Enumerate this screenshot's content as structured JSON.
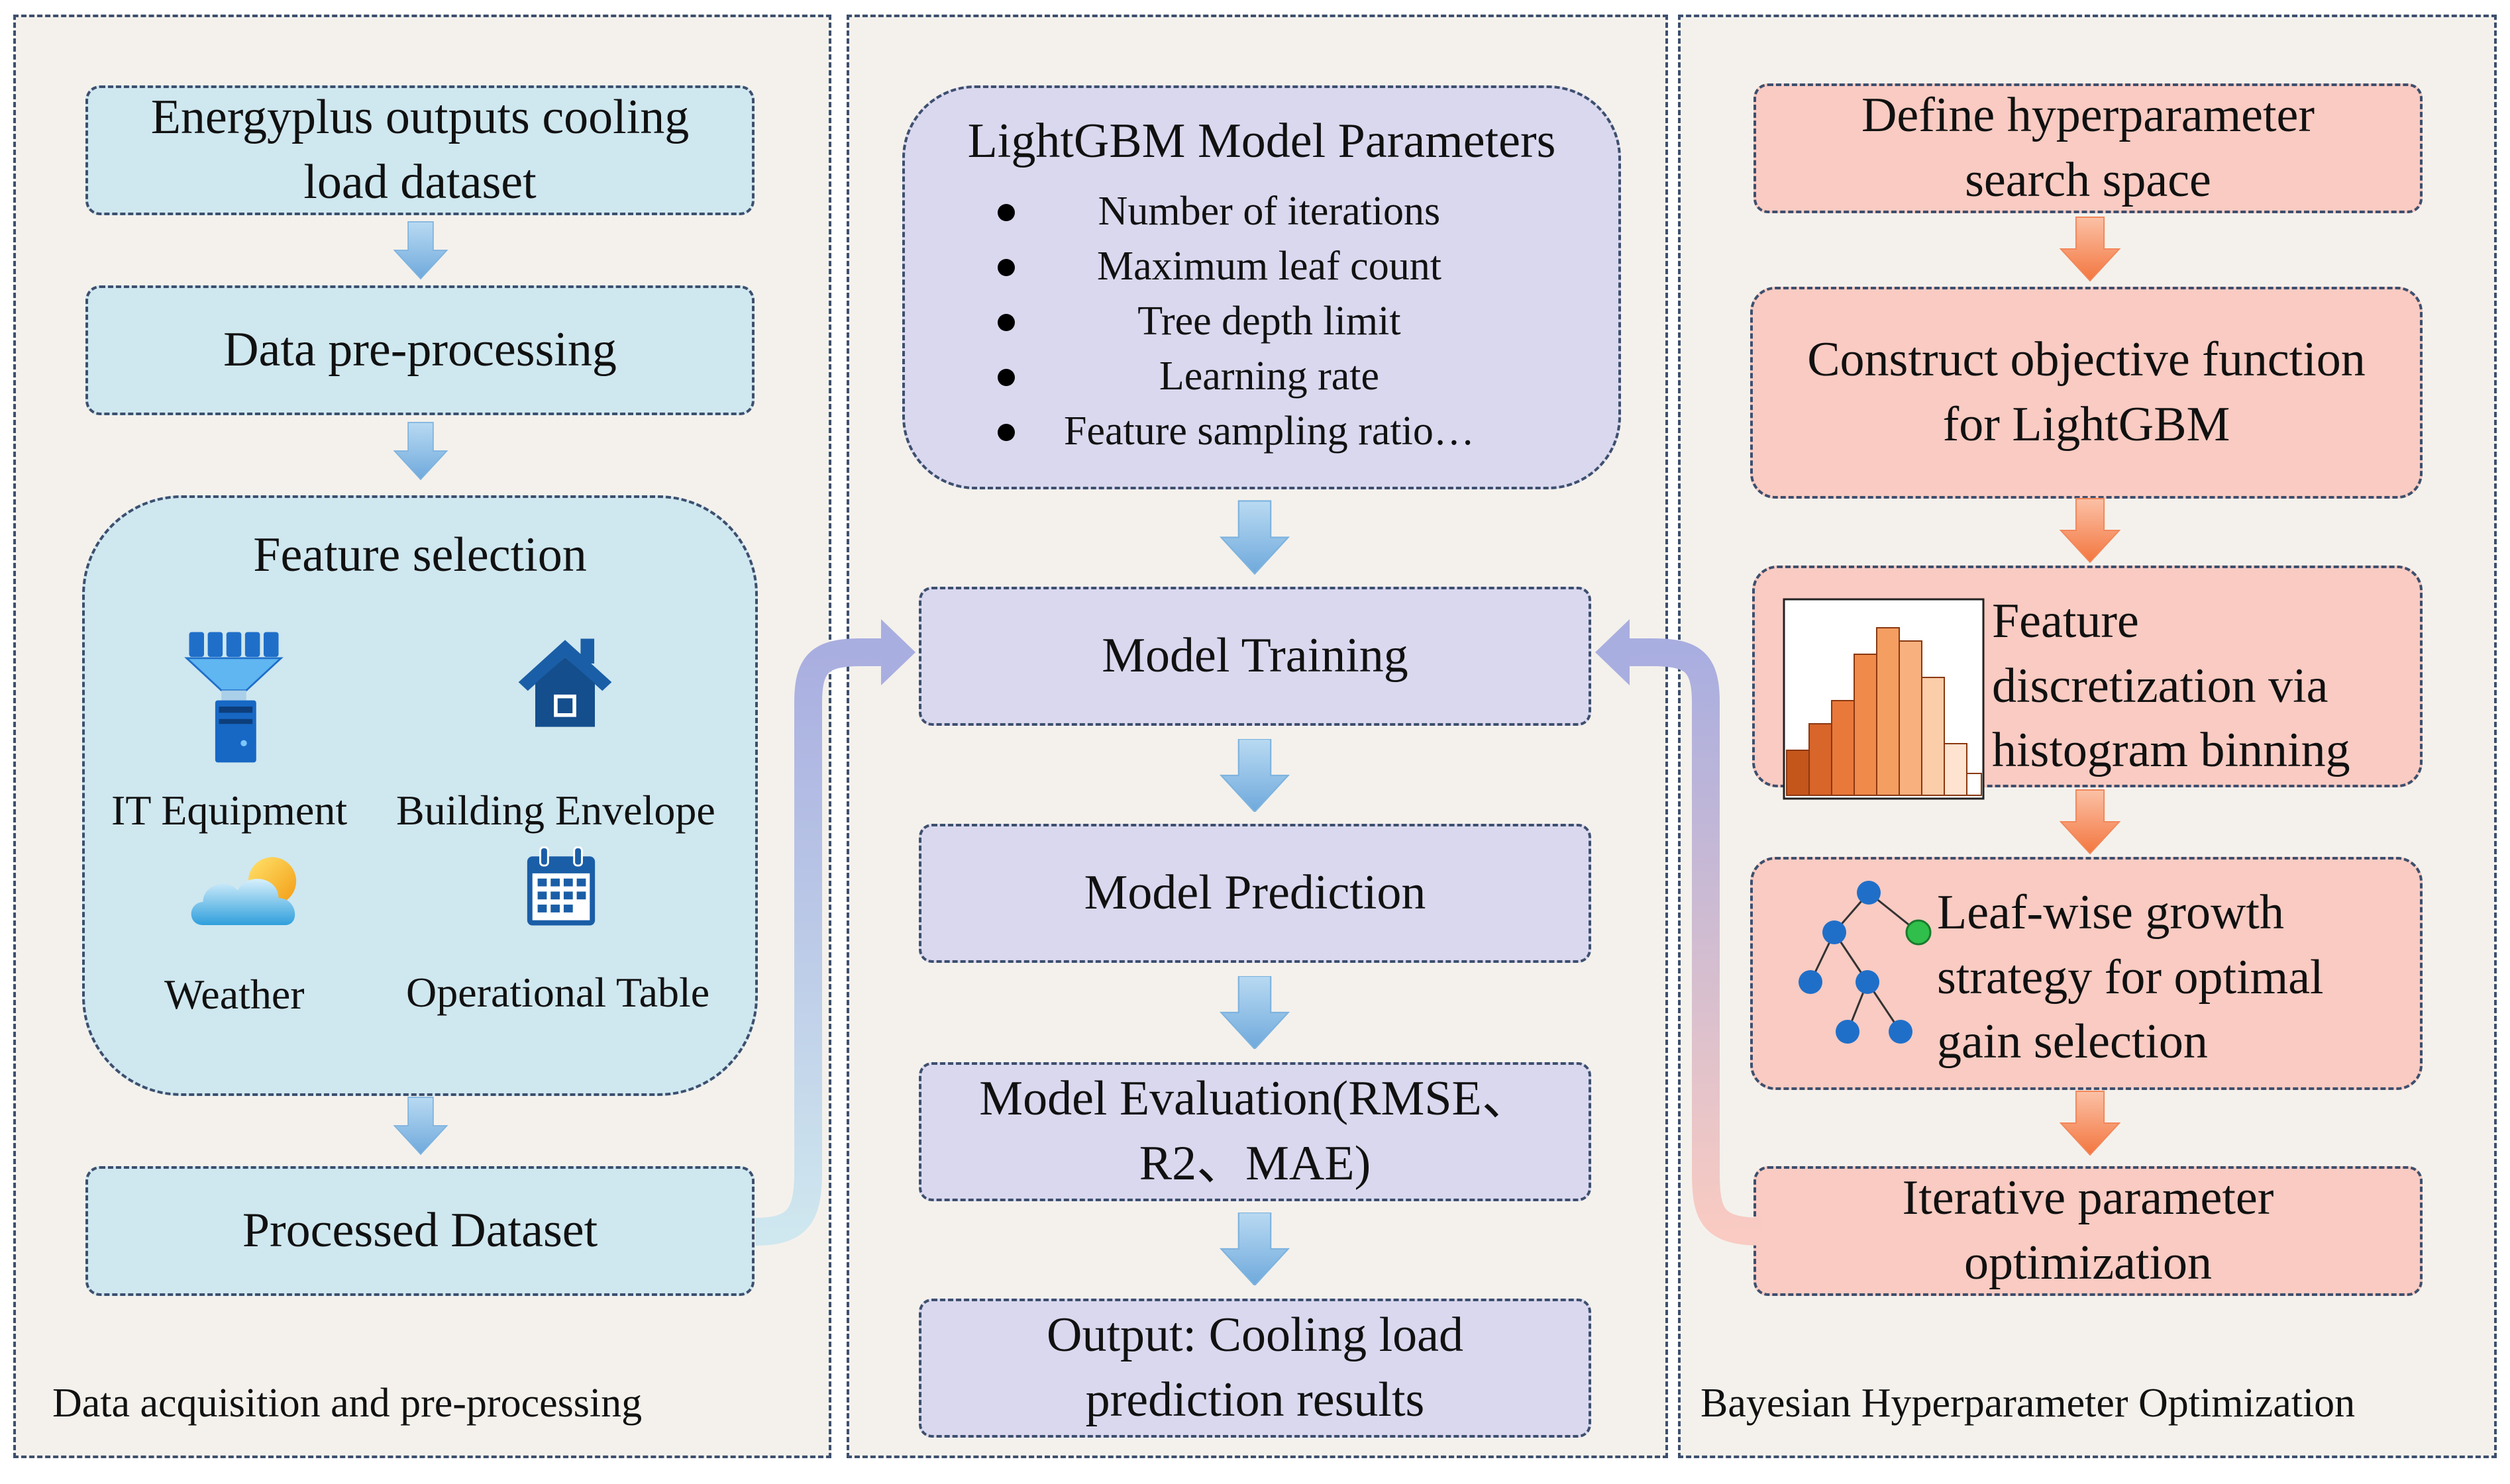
{
  "left_panel": {
    "label": "Data acquisition and pre-processing",
    "box1": "Energyplus outputs cooling load dataset",
    "box2": "Data pre-processing",
    "feature_selection": {
      "title": "Feature selection",
      "items": [
        "IT Equipment",
        "Building Envelope",
        "Weather",
        "Operational Table"
      ]
    },
    "box4": "Processed Dataset"
  },
  "middle_panel": {
    "params": {
      "title": "LightGBM Model Parameters",
      "items": [
        "Number of iterations",
        "Maximum leaf count",
        "Tree depth limit",
        "Learning rate",
        "Feature sampling ratio…"
      ]
    },
    "training": "Model Training",
    "prediction": "Model Prediction",
    "evaluation": "Model Evaluation(RMSE、R2、MAE)",
    "output": "Output: Cooling load prediction results"
  },
  "right_panel": {
    "label": "Bayesian Hyperparameter Optimization",
    "box1": "Define hyperparameter search space",
    "box2": "Construct objective function for LightGBM",
    "box3": "Feature discretization via histogram binning",
    "box4": "Leaf-wise growth strategy for optimal gain selection",
    "box5": "Iterative parameter optimization"
  },
  "colors": {
    "blue_box": "#cfe7ef",
    "purple_box": "#dad8ee",
    "red_box": "#f9cbc2",
    "blue_arrow": "#8dbfe6",
    "red_arrow": "#f6946a",
    "purple_arrow": "#a9aee0"
  }
}
